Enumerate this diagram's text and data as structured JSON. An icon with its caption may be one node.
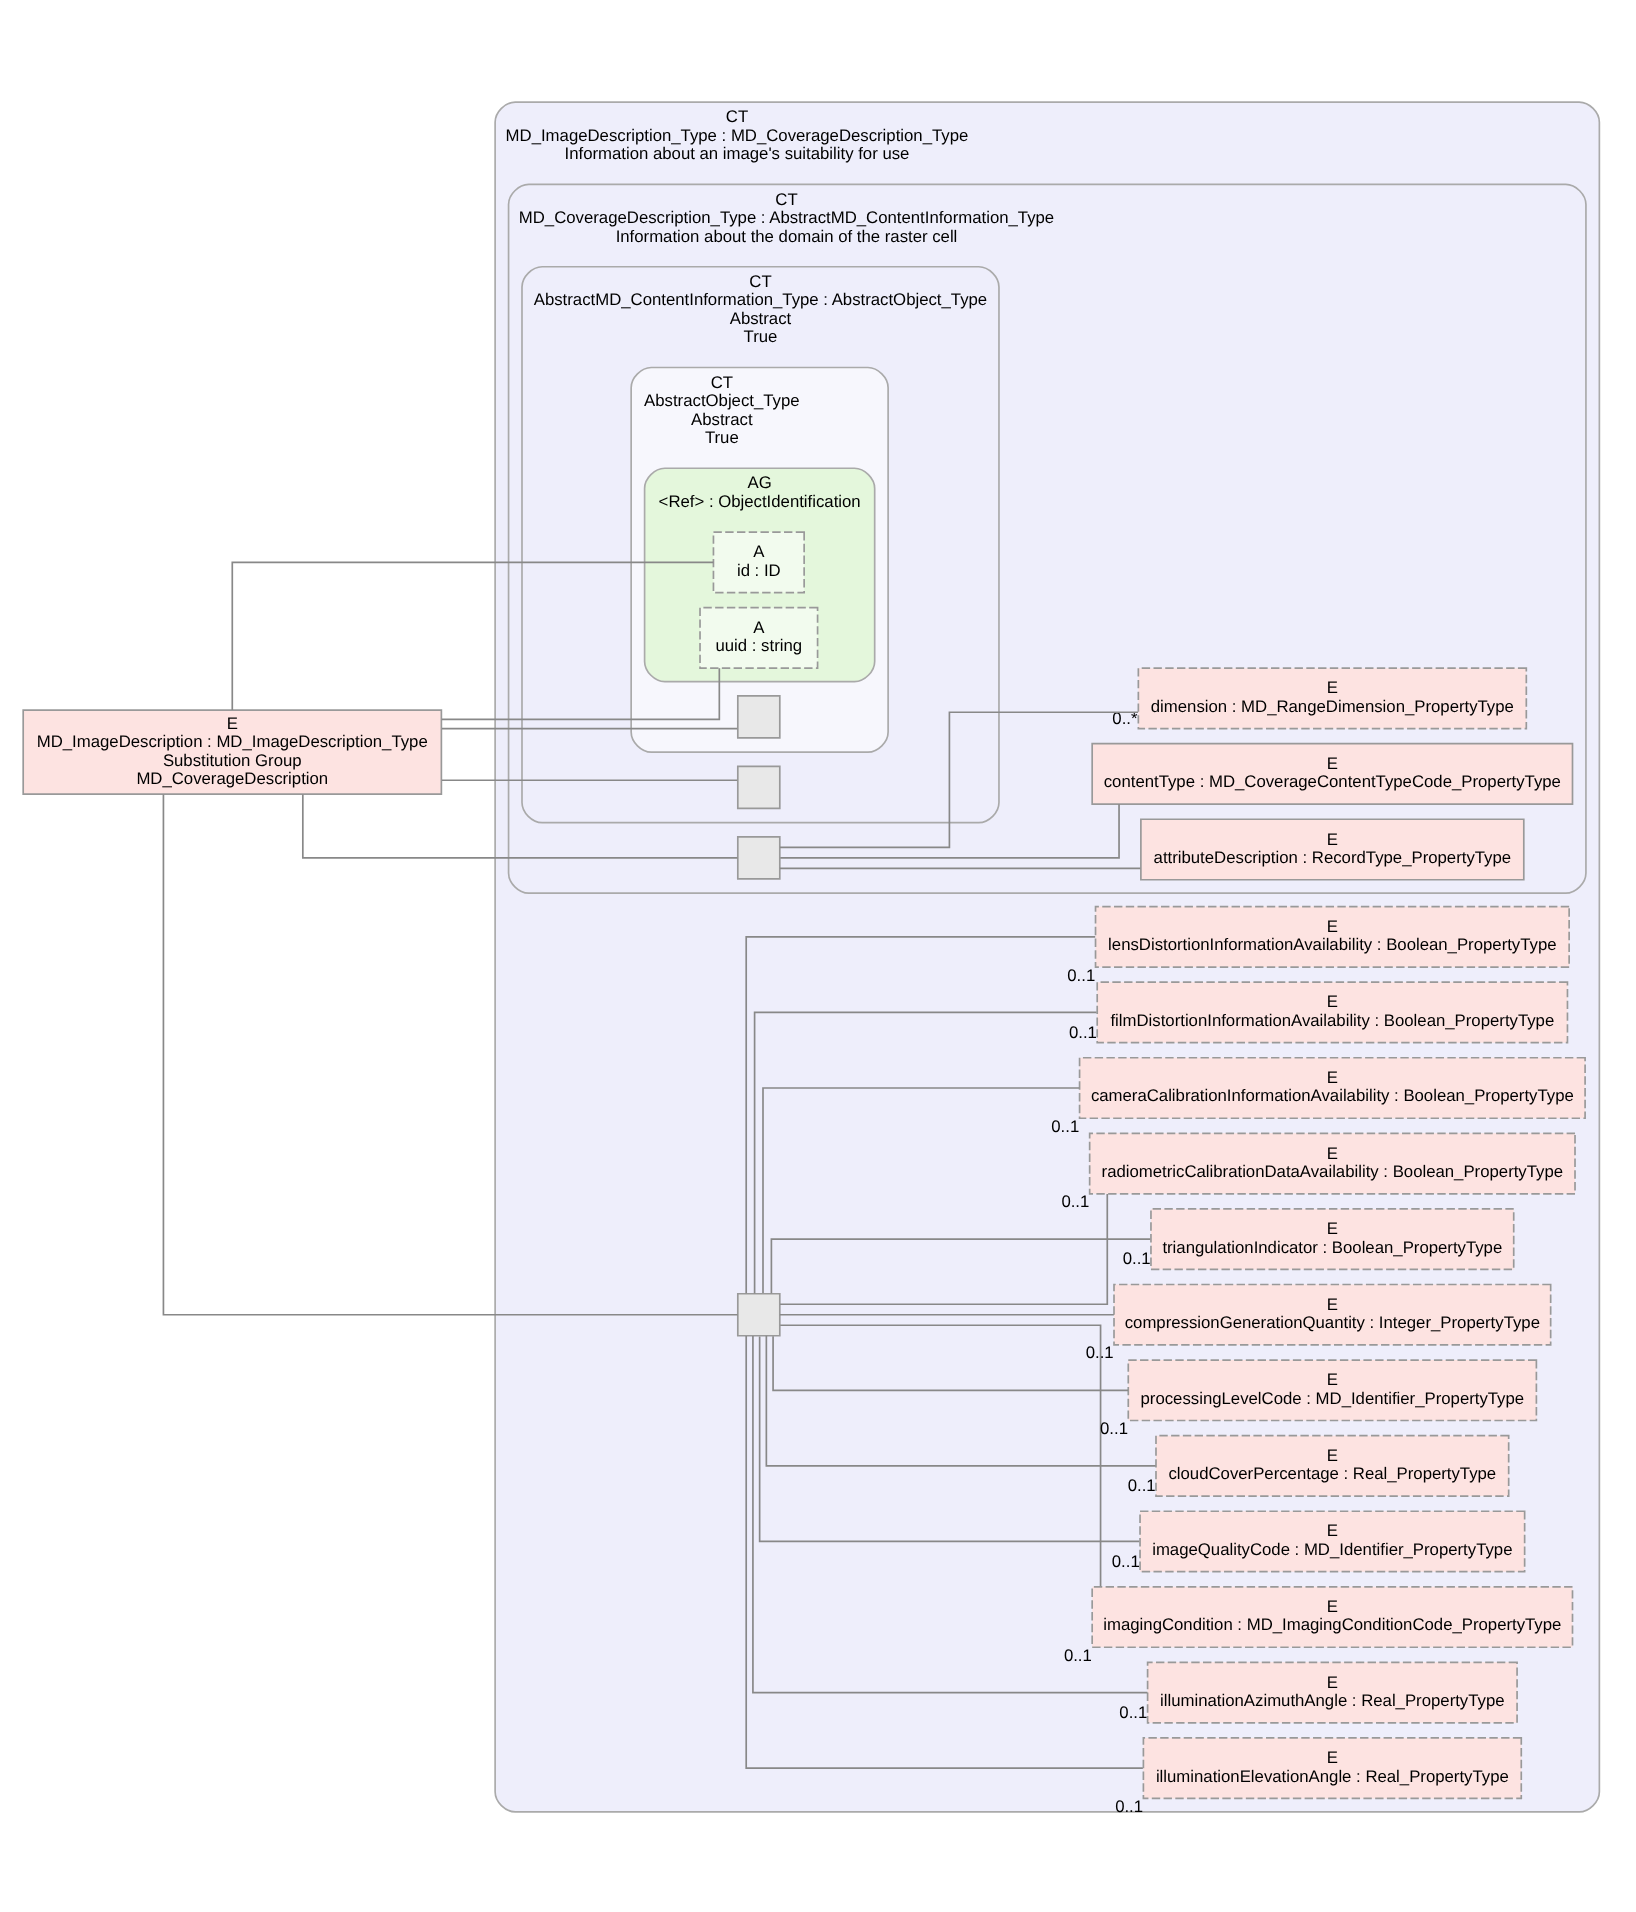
{
  "diagram": {
    "nodes": [
      {
        "text": [
          "E",
          "MD_ImageDescription : MD_ImageDescription_Type",
          "Substitution Group",
          "MD_CoverageDescription"
        ]
      },
      {
        "text": [
          "CT",
          "MD_ImageDescription_Type : MD_CoverageDescription_Type",
          "Information about an image's suitability for use"
        ]
      },
      {
        "text": [
          "CT",
          "MD_CoverageDescription_Type : AbstractMD_ContentInformation_Type",
          "Information about the domain of the raster cell"
        ],
        "in": 1
      },
      {
        "text": [
          "CT",
          "AbstractMD_ContentInformation_Type : AbstractObject_Type",
          "Abstract",
          "True"
        ],
        "in": 2
      },
      {
        "text": [
          "CT",
          "AbstractObject_Type",
          "Abstract",
          "True"
        ],
        "in": 3
      },
      {
        "text": [
          "AG",
          "<Ref> : ObjectIdentification"
        ],
        "in": 4
      },
      {
        "text": [
          "A",
          "id : ID"
        ],
        "in": 5
      },
      {
        "text": [
          "A",
          "uuid : string"
        ],
        "in": 5
      },
      {
        "text": [],
        "shape": "box",
        "in": 4
      },
      {
        "text": [],
        "shape": "box",
        "in": 3
      },
      {
        "text": [],
        "shape": "box",
        "in": 2
      },
      {
        "text": [
          "E",
          "attributeDescription : RecordType_PropertyType"
        ],
        "in": 2
      },
      {
        "text": [
          "E",
          "contentType : MD_CoverageContentTypeCode_PropertyType"
        ],
        "in": 2
      },
      {
        "text": [
          "E",
          "dimension : MD_RangeDimension_PropertyType"
        ],
        "in": 2,
        "beside": [
          "0..*"
        ]
      },
      {
        "text": [],
        "shape": "box",
        "in": 1
      },
      {
        "text": [
          "E",
          "illuminationElevationAngle : Real_PropertyType"
        ],
        "in": 1,
        "beside": [
          "0..1"
        ]
      },
      {
        "text": [
          "E",
          "illuminationAzimuthAngle : Real_PropertyType"
        ],
        "in": 1,
        "beside": [
          "0..1"
        ]
      },
      {
        "text": [
          "E",
          "imagingCondition : MD_ImagingConditionCode_PropertyType"
        ],
        "in": 1,
        "beside": [
          "0..1"
        ]
      },
      {
        "text": [
          "E",
          "imageQualityCode : MD_Identifier_PropertyType"
        ],
        "in": 1,
        "beside": [
          "0..1"
        ]
      },
      {
        "text": [
          "E",
          "cloudCoverPercentage : Real_PropertyType"
        ],
        "in": 1,
        "beside": [
          "0..1"
        ]
      },
      {
        "text": [
          "E",
          "processingLevelCode : MD_Identifier_PropertyType"
        ],
        "in": 1,
        "beside": [
          "0..1"
        ]
      },
      {
        "text": [
          "E",
          "compressionGenerationQuantity : Integer_PropertyType"
        ],
        "in": 1,
        "beside": [
          "0..1"
        ]
      },
      {
        "text": [
          "E",
          "triangulationIndicator : Boolean_PropertyType"
        ],
        "in": 1,
        "beside": [
          "0..1"
        ]
      },
      {
        "text": [
          "E",
          "radiometricCalibrationDataAvailability : Boolean_PropertyType"
        ],
        "in": 1,
        "beside": [
          "0..1"
        ]
      },
      {
        "text": [
          "E",
          "cameraCalibrationInformationAvailability : Boolean_PropertyType"
        ],
        "in": 1,
        "beside": [
          "0..1"
        ]
      },
      {
        "text": [
          "E",
          "filmDistortionInformationAvailability : Boolean_PropertyType"
        ],
        "in": 1,
        "beside": [
          "0..1"
        ]
      },
      {
        "text": [
          "E",
          "lensDistortionInformationAvailability : Boolean_PropertyType"
        ],
        "in": 1,
        "beside": [
          "0..1"
        ]
      }
    ],
    "edges": [
      {
        "from": 0,
        "to": 6,
        "arrow": "none"
      },
      {
        "from": 0,
        "to": 7,
        "arrow": "none"
      },
      {
        "from": 0,
        "to": 8,
        "arrow": "none"
      },
      {
        "from": 0,
        "to": 9,
        "arrow": "none"
      },
      {
        "from": 0,
        "to": 10,
        "arrow": "none"
      },
      {
        "from": 0,
        "to": 14,
        "arrow": "none"
      },
      {
        "from": 10,
        "to": 11,
        "arrow": "none"
      },
      {
        "from": 10,
        "to": 12,
        "arrow": "none"
      },
      {
        "from": 10,
        "to": 13,
        "arrow": "none"
      },
      {
        "from": 14,
        "to": 15,
        "arrow": "none"
      },
      {
        "from": 14,
        "to": 16,
        "arrow": "none"
      },
      {
        "from": 14,
        "to": 17,
        "arrow": "none"
      },
      {
        "from": 14,
        "to": 18,
        "arrow": "none"
      },
      {
        "from": 14,
        "to": 19,
        "arrow": "none"
      },
      {
        "from": 14,
        "to": 20,
        "arrow": "none"
      },
      {
        "from": 14,
        "to": 21,
        "arrow": "none"
      },
      {
        "from": 14,
        "to": 22,
        "arrow": "none"
      },
      {
        "from": 14,
        "to": 23,
        "arrow": "none"
      },
      {
        "from": 14,
        "to": 24,
        "arrow": "none"
      },
      {
        "from": 14,
        "to": 25,
        "arrow": "none"
      },
      {
        "from": 14,
        "to": 26,
        "arrow": "none"
      }
    ]
  }
}
